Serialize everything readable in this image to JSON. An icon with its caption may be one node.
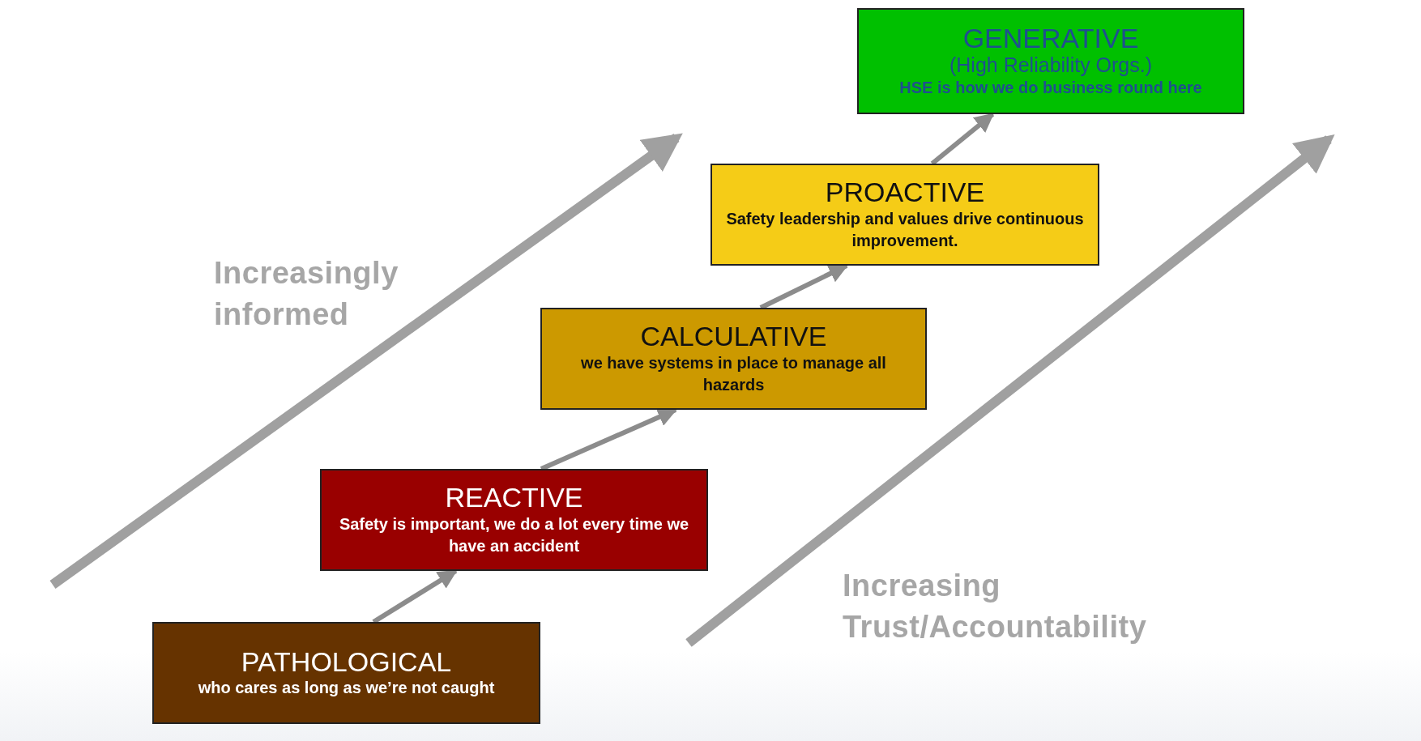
{
  "diagram": {
    "nodes": [
      {
        "text": [
          "GENERATIVE",
          "(High Reliability Orgs.)",
          "HSE is how we do business round here"
        ]
      },
      {
        "text": [
          "PROACTIVE",
          "Safety leadership and values drive continuous improvement."
        ]
      },
      {
        "text": [
          "CALCULATIVE",
          "we have systems in place to manage all hazards"
        ]
      },
      {
        "text": [
          "REACTIVE",
          "Safety is important, we do a lot every time we have an accident"
        ]
      },
      {
        "text": [
          "PATHOLOGICAL",
          "who cares as long as we’re not caught"
        ]
      }
    ],
    "edges": [
      {
        "from": 4,
        "to": 3,
        "arrow": "to"
      },
      {
        "from": 3,
        "to": 2,
        "arrow": "to"
      },
      {
        "from": 2,
        "to": 1,
        "arrow": "to"
      },
      {
        "from": 1,
        "to": 0,
        "arrow": "to"
      }
    ],
    "labels": [
      "Increasingly informed",
      "Increasing Trust/Accountability"
    ]
  }
}
